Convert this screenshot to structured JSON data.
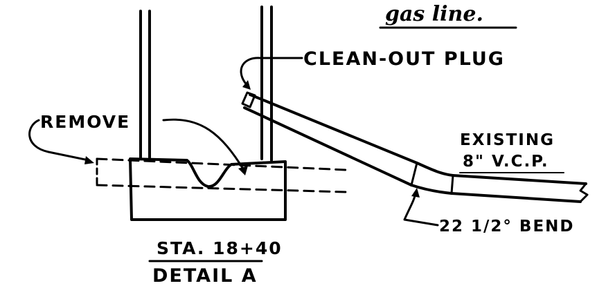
{
  "drawing": {
    "handwritten_note": "gas line.",
    "labels": {
      "clean_out_plug": "CLEAN-OUT PLUG",
      "remove": "REMOVE",
      "existing": "EXISTING",
      "pipe_spec": "8\" V.C.P.",
      "bend": "22 1/2° BEND"
    },
    "title": {
      "station": "STA. 18+40",
      "detail": "DETAIL A"
    }
  },
  "colors": {
    "ink": "#000000",
    "paper": "#ffffff"
  }
}
